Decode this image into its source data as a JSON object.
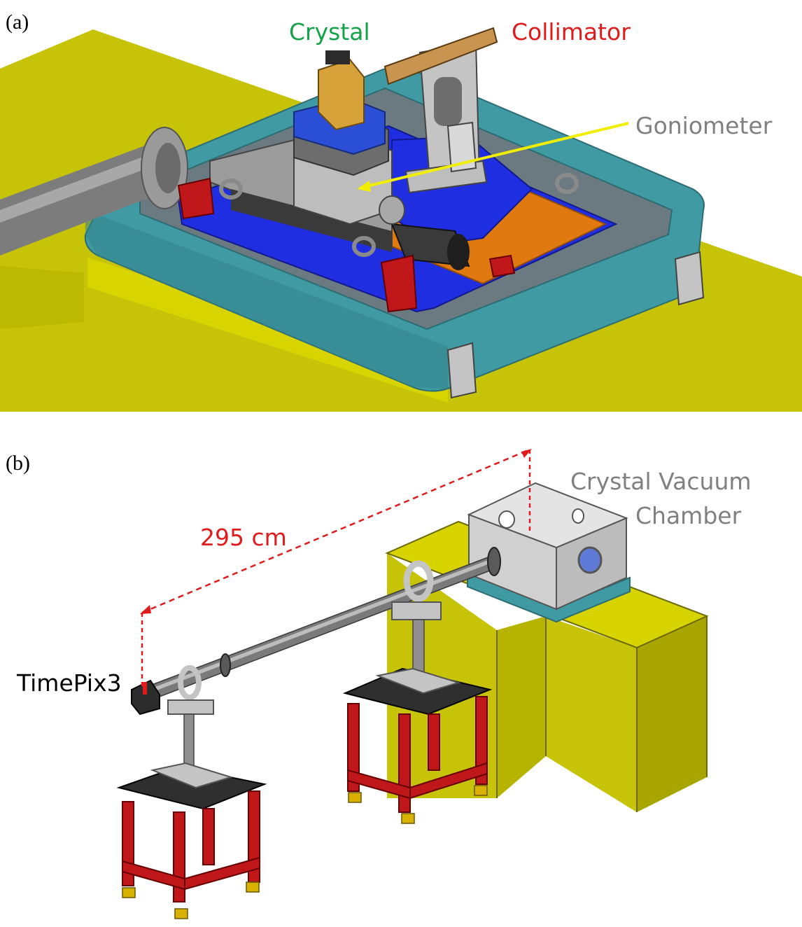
{
  "panels": {
    "a": {
      "label": "(a)",
      "crystal_label": "Crystal",
      "collimator_label": "Collimator",
      "goniometer_label": "Goniometer"
    },
    "b": {
      "label": "(b)",
      "chamber_label_line1": "Crystal Vacuum",
      "chamber_label_line2": "Chamber",
      "detector_label": "TimePix3",
      "distance_label": "295 cm"
    }
  },
  "colors": {
    "crystal": "#13a24a",
    "collimator": "#e01b1b",
    "goniometer": "#808080",
    "chamber": "#808080",
    "distance": "#e01b1b",
    "detector": "#000000",
    "floor": "#c6c308",
    "frame": "#3f9aa3",
    "table": "#1f2ee0",
    "plate": "#e07a10",
    "stand": "#c0171b"
  }
}
